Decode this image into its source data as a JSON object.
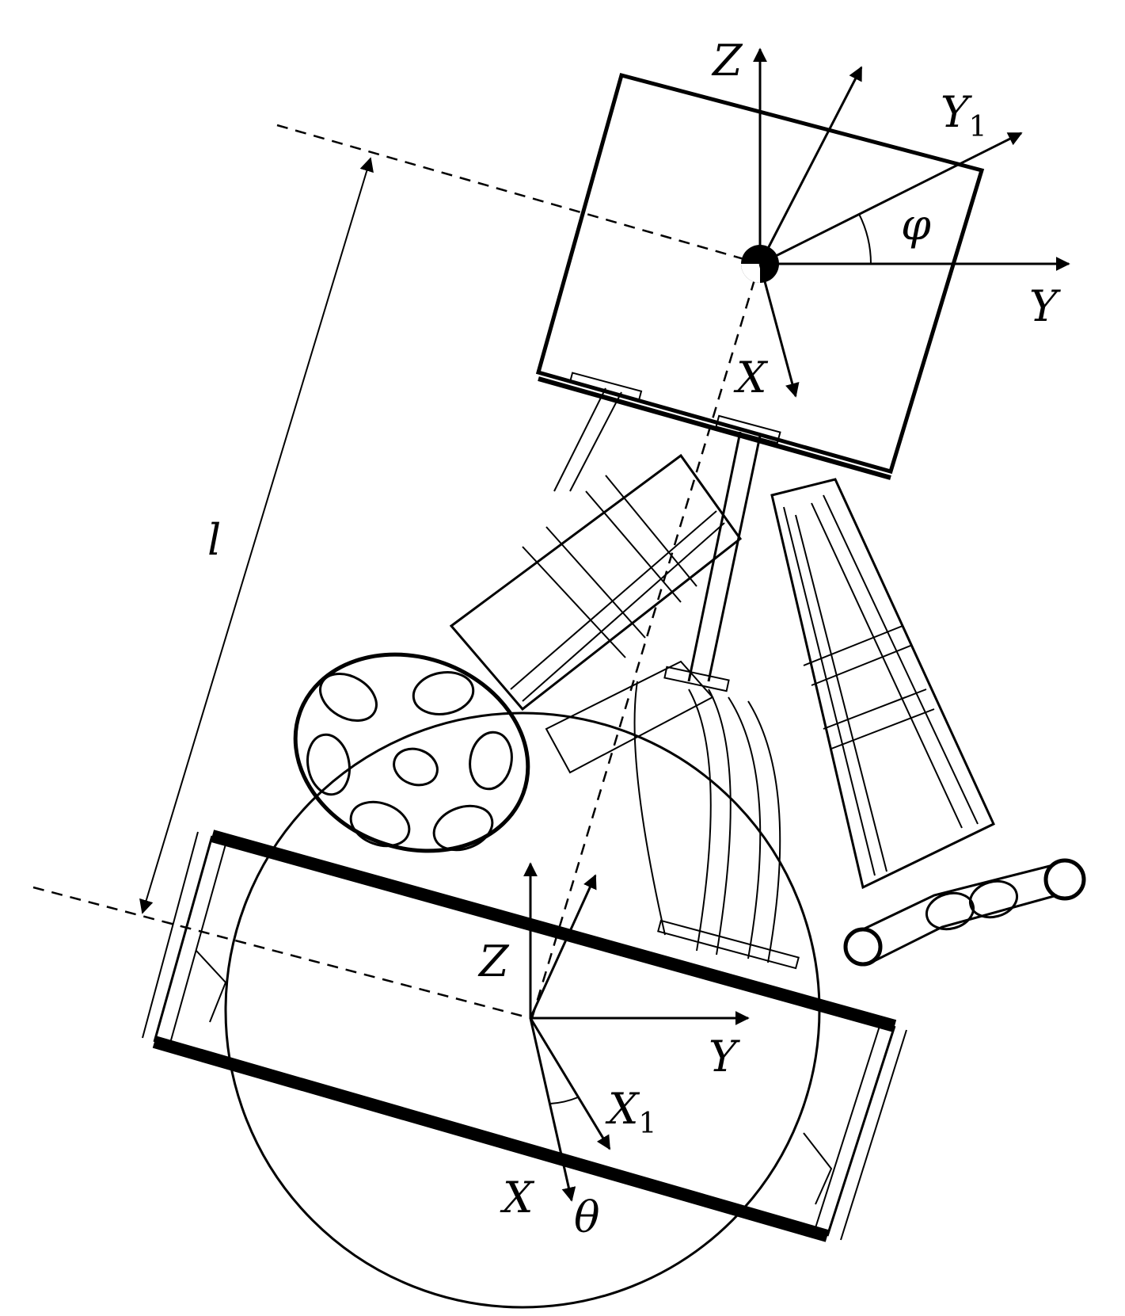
{
  "labels": {
    "upper_z": "Z",
    "upper_y1_base": "Y",
    "upper_y1_sub": "1",
    "upper_phi": "φ",
    "upper_y": "Y",
    "upper_x": "X",
    "length_l": "l",
    "lower_z": "Z",
    "lower_y": "Y",
    "lower_x1_base": "X",
    "lower_x1_sub": "1",
    "lower_x": "X",
    "lower_theta": "θ"
  }
}
